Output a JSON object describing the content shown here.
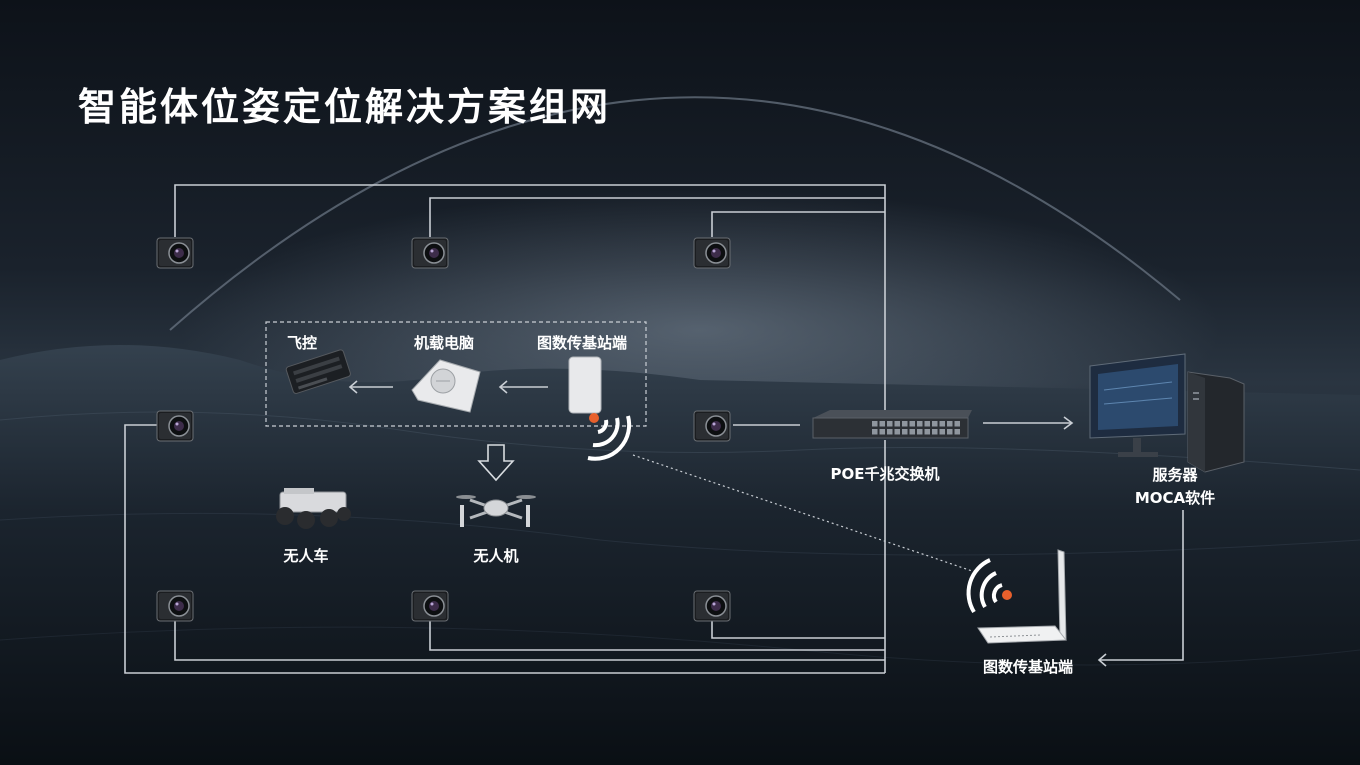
{
  "title": "智能体位姿定位解决方案组网",
  "labels": {
    "flight_controller": "飞控",
    "onboard_computer": "机载电脑",
    "air_station": "图数传基站端",
    "ugv": "无人车",
    "uav": "无人机",
    "poe_switch": "POE千兆交换机",
    "server_line1": "服务器",
    "server_line2": "MOCA软件",
    "ground_station": "图数传基站端"
  },
  "icons": {
    "camera": "camera-icon",
    "wifi": "wifi-signal-icon",
    "download": "down-arrow-icon"
  },
  "colors": {
    "line": "#c9ced4",
    "signal_dot": "#e8602c",
    "text": "#ffffff"
  }
}
